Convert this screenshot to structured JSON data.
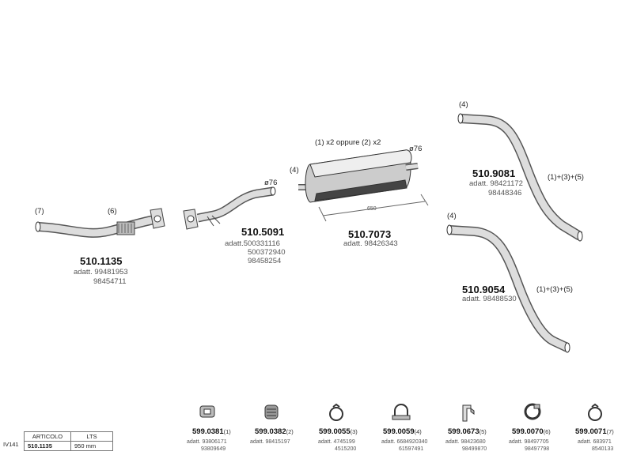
{
  "parts": {
    "front_pipe": {
      "code": "510.1135",
      "adatt": [
        "adatt. 99481953",
        "98454711"
      ],
      "labels": [
        "(7)",
        "(6)"
      ]
    },
    "intermediate_pipe": {
      "code": "510.5091",
      "adatt": [
        "adatt.500331116",
        "500372940",
        "98458254"
      ],
      "diameter": "ø76"
    },
    "silencer": {
      "code": "510.7073",
      "adatt": [
        "adatt. 98426343"
      ],
      "note": "(1) x2 oppure (2) x2",
      "label": "(4)",
      "diameter": "ø76",
      "length": "650"
    },
    "tail_pipe_a": {
      "code": "510.9081",
      "adatt": [
        "adatt. 98421172",
        "98448346"
      ],
      "label": "(4)",
      "accessories": "(1)+(3)+(5)"
    },
    "tail_pipe_b": {
      "code": "510.9054",
      "adatt": [
        "adatt. 98488530"
      ],
      "label": "(4)",
      "accessories": "(1)+(3)+(5)"
    }
  },
  "accessories": [
    {
      "code": "599.0381",
      "num": "(1)",
      "adatt": [
        "adatt. 93806171",
        "93809649"
      ],
      "icon": "rubber-mount-icon"
    },
    {
      "code": "599.0382",
      "num": "(2)",
      "adatt": [
        "adatt. 98415197"
      ],
      "icon": "rubber-mount-icon"
    },
    {
      "code": "599.0055",
      "num": "(3)",
      "adatt": [
        "adatt. 4745199",
        "4515200"
      ],
      "icon": "clamp-icon"
    },
    {
      "code": "599.0059",
      "num": "(4)",
      "adatt": [
        "adatt. 6684920340",
        "61597491"
      ],
      "icon": "u-clamp-icon"
    },
    {
      "code": "599.0673",
      "num": "(5)",
      "adatt": [
        "adatt. 98423680",
        "98499870"
      ],
      "icon": "bracket-icon"
    },
    {
      "code": "599.0070",
      "num": "(6)",
      "adatt": [
        "adatt. 98497705",
        "98497798"
      ],
      "icon": "band-clamp-icon"
    },
    {
      "code": "599.0071",
      "num": "(7)",
      "adatt": [
        "adatt. 683971",
        "8540133"
      ],
      "icon": "clamp-icon"
    }
  ],
  "table": {
    "side_label": "IV141",
    "headers": [
      "ARTICOLO",
      "LTS"
    ],
    "row": [
      "510.1135",
      "950 mm"
    ]
  }
}
